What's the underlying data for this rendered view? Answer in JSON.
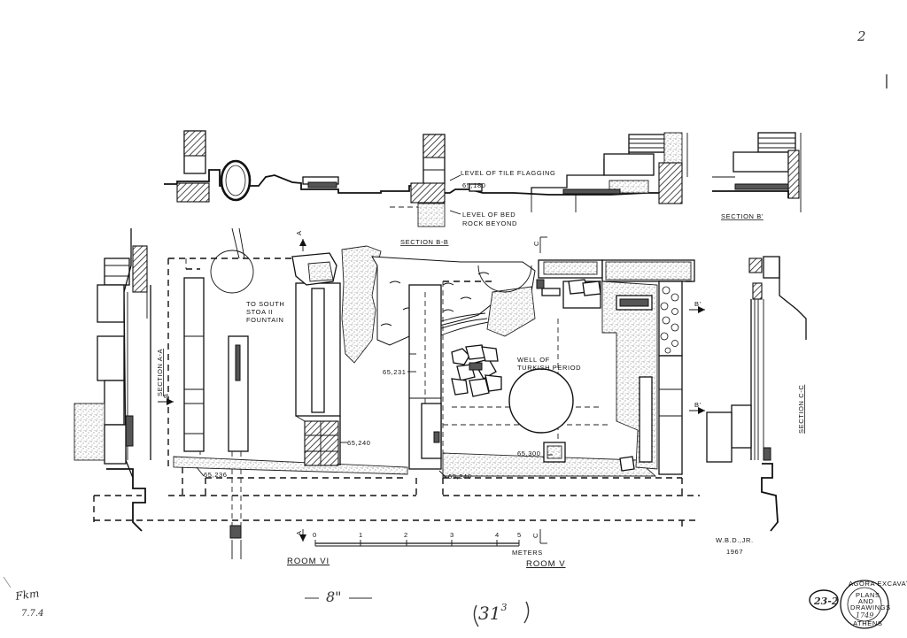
{
  "sheet": {
    "corner_number": "2",
    "drawn_by": "W.B.D.,JR.",
    "year": "1967"
  },
  "sections": {
    "section_bb": "SECTION B-B",
    "section_b_prime": "SECTION B'",
    "section_aa": "SECTION A-A",
    "section_cc": "SECTION C-C",
    "level_tile_flagging": "LEVEL OF TILE FLAGGING",
    "level_bed_rock_1": "LEVEL OF BED",
    "level_bed_rock_2": "ROCK BEYOND",
    "elev_section": "65,180"
  },
  "plan": {
    "to_south_1": "TO SOUTH",
    "to_south_2": "STOA II",
    "to_south_3": "FOUNTAIN",
    "well_1": "WELL OF",
    "well_2": "TURKISH PERIOD",
    "elevations": [
      "65,231",
      "65,240",
      "65,236",
      "65,246",
      "65,300"
    ],
    "marker_a": "A",
    "marker_b": "B",
    "marker_c": "C",
    "marker_b_prime": "B'",
    "room_vi": "ROOM VI",
    "room_v": "ROOM V"
  },
  "scale_bar": {
    "ticks": [
      "0",
      "1",
      "2",
      "3",
      "4",
      "5"
    ],
    "unit": "METERS"
  },
  "annotations": {
    "size_note": "8\"",
    "sheet_ref": "31",
    "sheet_ref_sup": "3",
    "catalog": "23-2",
    "stamp_lines": [
      "AGORA EXCAVATIONS",
      "PLANS",
      "AND",
      "DRAWINGS",
      "1749",
      "ATHENS"
    ],
    "pencil_1": "Fkm",
    "pencil_2": "7.7.4"
  },
  "colors": {
    "ink": "#111111",
    "paper": "#ffffff",
    "pencil": "#777777"
  }
}
